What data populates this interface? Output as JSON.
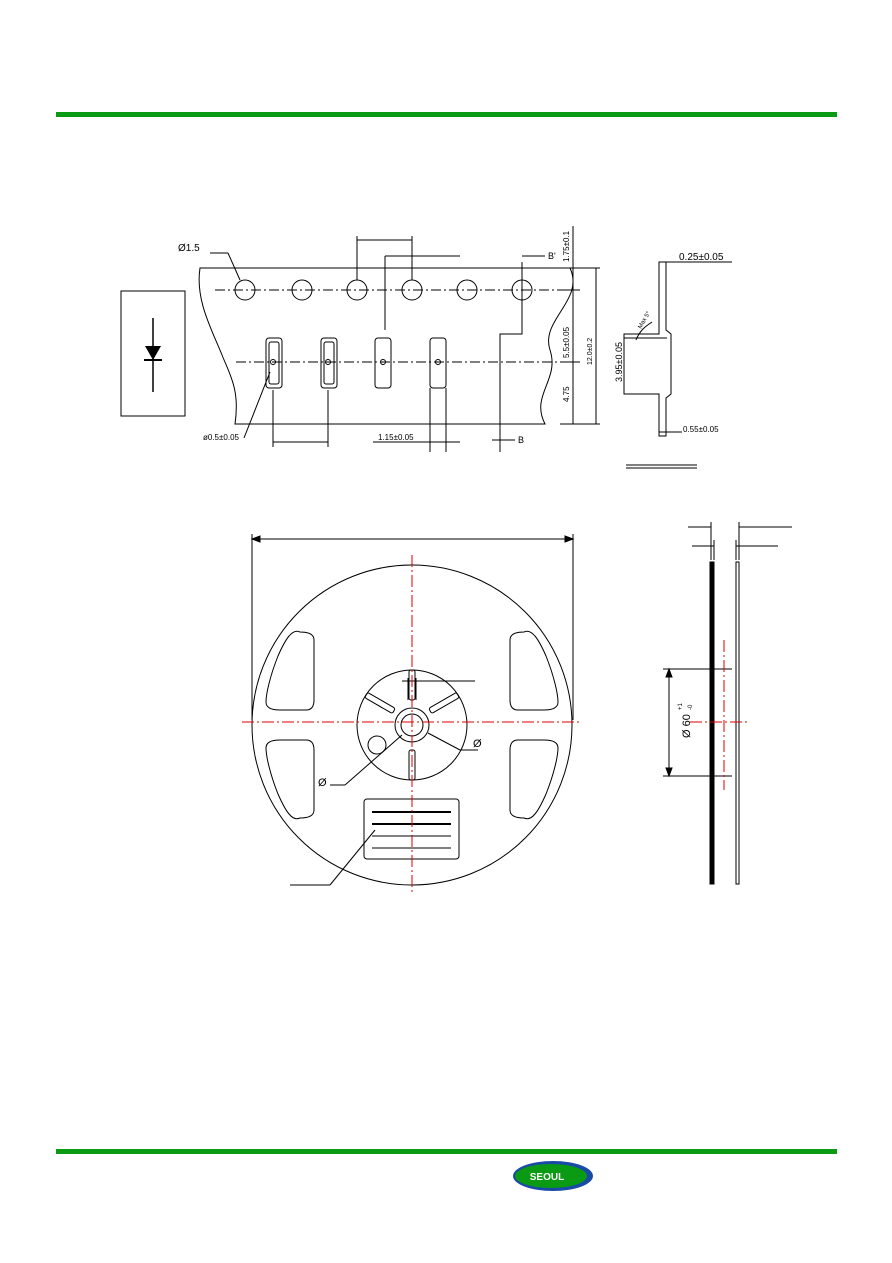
{
  "colors": {
    "rule": "#0a9a14",
    "line": "#000000",
    "centerline": "#e00000",
    "logo_green": "#0a9a14",
    "logo_blue": "#1a4aa8"
  },
  "tape": {
    "sprocket_hole_dia": "Ø1.5",
    "pocket_hole_dia": "ø0.5±0.05",
    "pocket_pitch": "1.15±0.05",
    "edge_distance": "1.75±0.1",
    "hole_to_pocket": "5.5±0.05",
    "pocket_offset": "4.75",
    "tape_width": "12.0±0.2",
    "section_b": "B",
    "section_b_prime": "B'"
  },
  "section": {
    "cover_thickness": "0.25±0.05",
    "pocket_depth": "3.95±0.05",
    "base_thickness": "0.55±0.05",
    "draft_angle": "Max 5°"
  },
  "reel": {
    "hub_diameter_side": "Ø 60",
    "hub_tol_upper": "+1",
    "hub_tol_lower": "-0",
    "phi_label_1": "Ø",
    "phi_label_2": "Ø"
  },
  "logo": {
    "text": "SEOUL"
  }
}
